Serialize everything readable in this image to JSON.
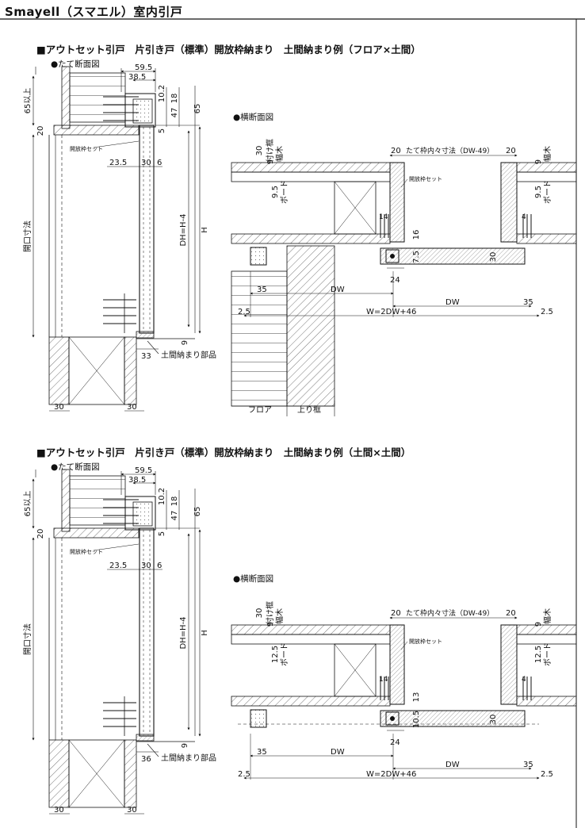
{
  "page_title": "Smayell（スマエル）室内引戸",
  "sections": [
    {
      "title": "■アウトセット引戸　片引き戸（標準）開放枠納まり　土間納まり例（フロア×土間）",
      "vertical_section_label": "●たて断面図",
      "horizontal_section_label": "●横断面図",
      "vertical": {
        "dim_59_5": "59.5",
        "dim_38_5": "38.5",
        "dim_10_2": "10.2",
        "dim_18": "18",
        "dim_47": "47",
        "dim_65": "65",
        "dim_5": "5",
        "dim_65_min": "65以上",
        "dim_20": "20",
        "set_note": "開放枠セット",
        "dim_23_5": "23.5",
        "dim_30": "30",
        "dim_6": "6",
        "dim_dh": "DH=H-4",
        "dim_h": "H",
        "opening": "開口寸法",
        "dim_9": "9",
        "dim_bottom": "33",
        "floor_part": "土間納まり部品",
        "dim_30_left": "30",
        "dim_30_right": "30"
      },
      "horizontal": {
        "dim_30": "30",
        "tsukekamachi": "付け框",
        "dim_9a": "9",
        "habaki_left": "幅木",
        "dim_20a": "20",
        "inner_frame": "たて枠内々寸法（DW-49）",
        "dim_20b": "20",
        "habaki_right": "幅木",
        "dim_9b": "9",
        "set_note": "開放枠セット",
        "board_dim_left": "9.5",
        "board_left": "ボード",
        "board_dim_right": "9.5",
        "board_right": "ボード",
        "dim_14": "14",
        "dim_16": "16",
        "dim_4": "4",
        "dim_7_5": "7.5",
        "dim_30r": "30",
        "dim_24": "24",
        "dim_35a": "35",
        "dw1": "DW",
        "dw2": "DW",
        "dim_35b": "35",
        "dim_2_5a": "2.5",
        "w_formula": "W=2DW+46",
        "dim_2_5b": "2.5",
        "floor": "フロア",
        "agari": "上り框"
      }
    },
    {
      "title": "■アウトセット引戸　片引き戸（標準）開放枠納まり　土間納まり例（土間×土間）",
      "vertical_section_label": "●たて断面図",
      "horizontal_section_label": "●横断面図",
      "vertical": {
        "dim_59_5": "59.5",
        "dim_38_5": "38.5",
        "dim_10_2": "10.2",
        "dim_18": "18",
        "dim_47": "47",
        "dim_65": "65",
        "dim_5": "5",
        "dim_65_min": "65以上",
        "dim_20": "20",
        "set_note": "開放枠セット",
        "dim_23_5": "23.5",
        "dim_30": "30",
        "dim_6": "6",
        "dim_dh": "DH=H-4",
        "dim_h": "H",
        "opening": "開口寸法",
        "dim_9": "9",
        "dim_bottom": "36",
        "floor_part": "土間納まり部品",
        "dim_30_left": "30",
        "dim_30_right": "30"
      },
      "horizontal": {
        "dim_30": "30",
        "tsukekamachi": "付け框",
        "dim_9a": "9",
        "habaki_left": "幅木",
        "dim_20a": "20",
        "inner_frame": "たて枠内々寸法（DW-49）",
        "dim_20b": "20",
        "habaki_right": "幅木",
        "dim_9b": "9",
        "set_note": "開放枠セット",
        "board_dim_left": "12.5",
        "board_left": "ボード",
        "board_dim_right": "12.5",
        "board_right": "ボード",
        "dim_14": "14",
        "dim_16": "13",
        "dim_4": "4",
        "dim_7_5": "10.5",
        "dim_30r": "30",
        "dim_24": "24",
        "dim_35a": "35",
        "dw1": "DW",
        "dw2": "DW",
        "dim_35b": "35",
        "dim_2_5a": "2.5",
        "w_formula": "W=2DW+46",
        "dim_2_5b": "2.5"
      }
    }
  ]
}
